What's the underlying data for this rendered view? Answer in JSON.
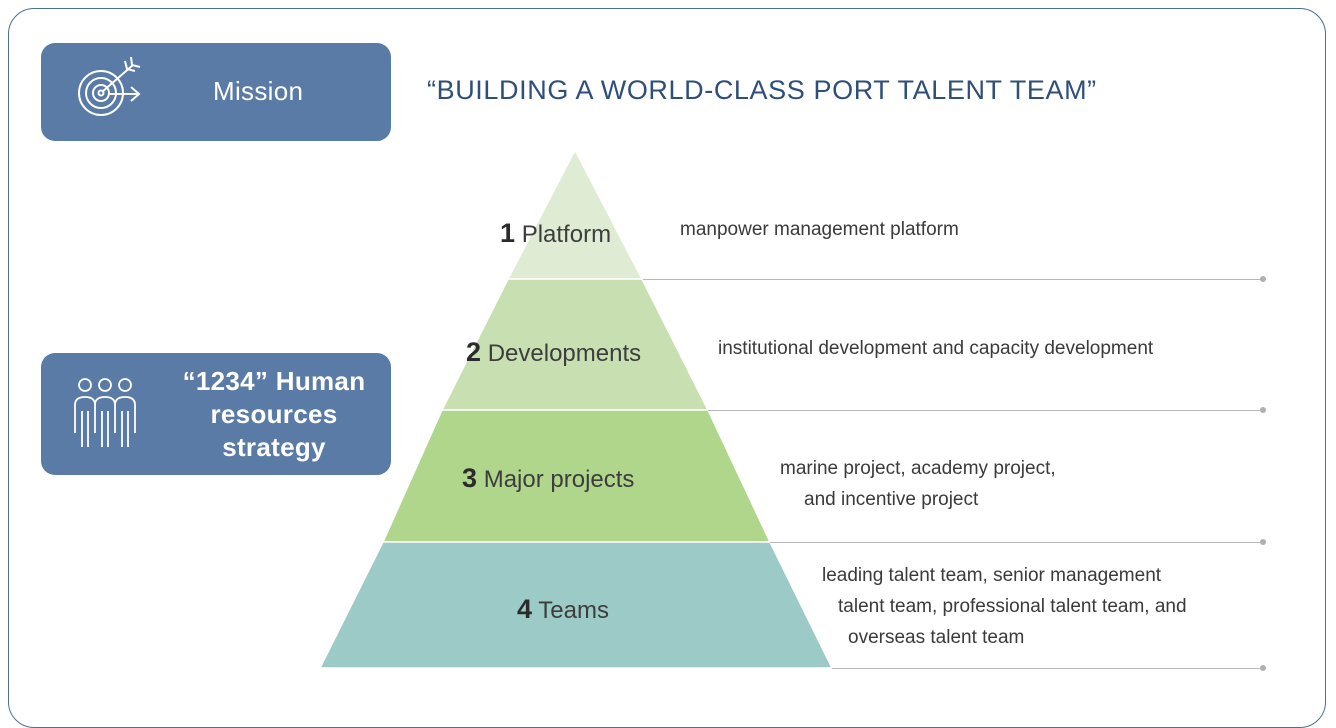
{
  "mission": {
    "label": "Mission",
    "icon": "target-arrow-icon"
  },
  "strategy": {
    "label": "“1234” Human resources strategy",
    "icon": "team-people-icon"
  },
  "headline": "“BUILDING A WORLD-CLASS PORT TALENT TEAM”",
  "colors": {
    "badge": "#5a7ba6",
    "headline": "#2e4f7a",
    "tier1": "#dfecd3",
    "tier2": "#c8e0b1",
    "tier3": "#b0d68c",
    "tier4": "#9ccbc7"
  },
  "tiers": [
    {
      "number": "1",
      "name": "Platform",
      "description": [
        "manpower management platform"
      ]
    },
    {
      "number": "2",
      "name": "Developments",
      "description": [
        "institutional development and capacity development"
      ]
    },
    {
      "number": "3",
      "name": "Major projects",
      "description": [
        "marine project, academy project,",
        "and incentive project"
      ]
    },
    {
      "number": "4",
      "name": "Teams",
      "description": [
        "leading talent team, senior management",
        "talent team, professional talent team, and",
        "overseas talent team"
      ]
    }
  ]
}
